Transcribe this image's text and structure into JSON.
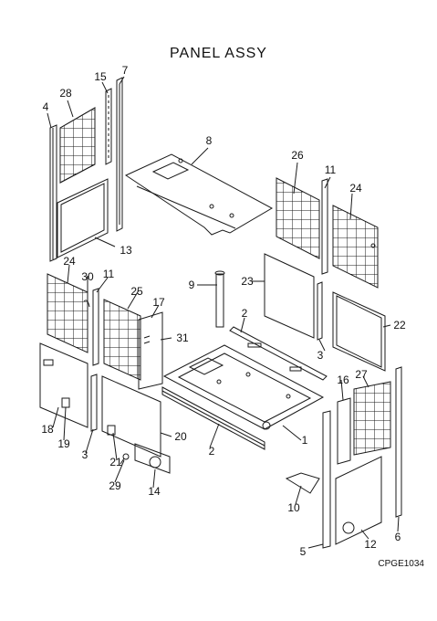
{
  "title": "PANEL ASSY",
  "figure_code": "CPGE1034",
  "colors": {
    "line": "#1a1a1a",
    "background": "#ffffff"
  },
  "callouts": [
    {
      "id": "c1",
      "text": "1"
    },
    {
      "id": "c2a",
      "text": "2"
    },
    {
      "id": "c2b",
      "text": "2"
    },
    {
      "id": "c3a",
      "text": "3"
    },
    {
      "id": "c3b",
      "text": "3"
    },
    {
      "id": "c4",
      "text": "4"
    },
    {
      "id": "c5",
      "text": "5"
    },
    {
      "id": "c6",
      "text": "6"
    },
    {
      "id": "c7",
      "text": "7"
    },
    {
      "id": "c8",
      "text": "8"
    },
    {
      "id": "c9",
      "text": "9"
    },
    {
      "id": "c10",
      "text": "10"
    },
    {
      "id": "c11a",
      "text": "11"
    },
    {
      "id": "c11b",
      "text": "11"
    },
    {
      "id": "c12",
      "text": "12"
    },
    {
      "id": "c13",
      "text": "13"
    },
    {
      "id": "c14",
      "text": "14"
    },
    {
      "id": "c15",
      "text": "15"
    },
    {
      "id": "c16",
      "text": "16"
    },
    {
      "id": "c17",
      "text": "17"
    },
    {
      "id": "c18",
      "text": "18"
    },
    {
      "id": "c19",
      "text": "19"
    },
    {
      "id": "c20",
      "text": "20"
    },
    {
      "id": "c21",
      "text": "21"
    },
    {
      "id": "c22",
      "text": "22"
    },
    {
      "id": "c23",
      "text": "23"
    },
    {
      "id": "c24a",
      "text": "24"
    },
    {
      "id": "c24b",
      "text": "24"
    },
    {
      "id": "c25",
      "text": "25"
    },
    {
      "id": "c26",
      "text": "26"
    },
    {
      "id": "c27",
      "text": "27"
    },
    {
      "id": "c28",
      "text": "28"
    },
    {
      "id": "c29",
      "text": "29"
    },
    {
      "id": "c30",
      "text": "30"
    },
    {
      "id": "c31",
      "text": "31"
    }
  ]
}
